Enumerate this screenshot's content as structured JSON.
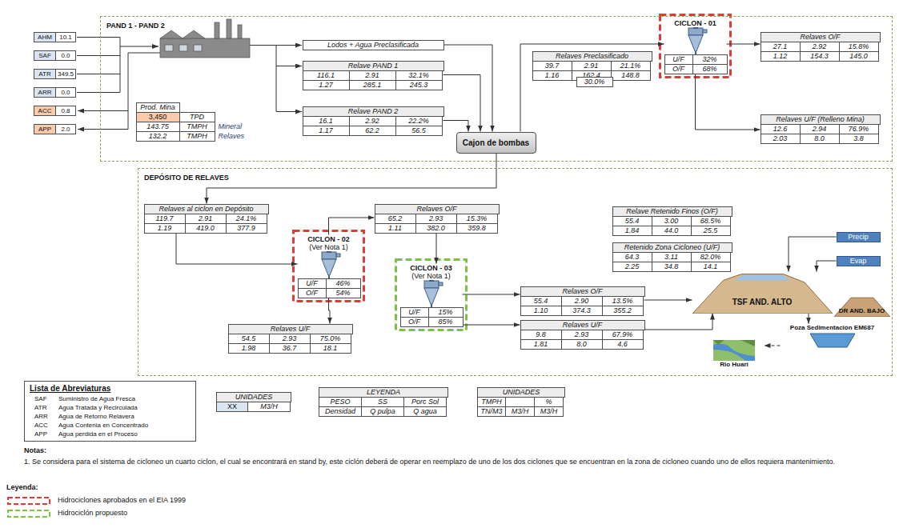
{
  "diagram": {
    "nodes": [
      {
        "text": [
          "PAND 1 - PAND 2"
        ]
      },
      {
        "text": [
          "AHM",
          "10.1"
        ]
      },
      {
        "text": [
          "SAF",
          "0.0"
        ]
      },
      {
        "text": [
          "ATR",
          "349.5"
        ]
      },
      {
        "text": [
          "ARR",
          "0.0"
        ]
      },
      {
        "text": [
          "ACC",
          "0.8"
        ]
      },
      {
        "text": [
          "APP",
          "2.0"
        ]
      },
      {
        "text": [
          "Prod. Mina",
          "3,450",
          "TPD",
          "143.75",
          "TMPH",
          "Mineral",
          "132.2",
          "TMPH",
          "Relaves"
        ],
        "in": 0
      },
      {
        "text": [
          "Lodos + Agua Preclasificada"
        ],
        "in": 0
      },
      {
        "text": [
          "Relave PAND 1",
          "116.1",
          "2.91",
          "32.1%",
          "1.27",
          "285.1",
          "245.3"
        ],
        "in": 0
      },
      {
        "text": [
          "Relave PAND 2",
          "16.1",
          "2.92",
          "22.2%",
          "1.17",
          "62.2",
          "56.5"
        ],
        "in": 0
      },
      {
        "text": [
          "Cajon de bombas"
        ],
        "in": 0
      },
      {
        "text": [
          "Relaves Preclasificado",
          "39.7",
          "2.91",
          "21.1%",
          "1.16",
          "162.4",
          "148.8"
        ],
        "in": 0
      },
      {
        "text": [
          "30.0%"
        ],
        "in": 0
      },
      {
        "text": [
          "CICLON - 01",
          "U/F",
          "32%",
          "O/F",
          "68%"
        ],
        "in": 0
      },
      {
        "text": [
          "Relaves O/F",
          "27.1",
          "2.92",
          "15.8%",
          "1.12",
          "154.3",
          "145.0"
        ],
        "in": 0
      },
      {
        "text": [
          "Relaves U/F (Relleno Mina)",
          "12.6",
          "2.94",
          "76.9%",
          "2.03",
          "8.0",
          "3.8"
        ],
        "in": 0
      },
      {
        "text": [
          "DEPÓSITO DE RELAVES"
        ]
      },
      {
        "text": [
          "Relaves al ciclon en Depósito",
          "119.7",
          "2.91",
          "24.1%",
          "1.19",
          "419.0",
          "377.9"
        ],
        "in": 17
      },
      {
        "text": [
          "CICLON - 02",
          "(Ver Nota 1)",
          "U/F",
          "46%",
          "O/F",
          "54%"
        ],
        "in": 17
      },
      {
        "text": [
          "Relaves O/F",
          "65.2",
          "2.93",
          "15.3%",
          "1.11",
          "382.0",
          "359.8"
        ],
        "in": 17
      },
      {
        "text": [
          "CICLON - 03",
          "(Ver Nota 1)",
          "U/F",
          "15%",
          "O/F",
          "85%"
        ],
        "in": 17
      },
      {
        "text": [
          "Relaves O/F",
          "55.4",
          "2.90",
          "13.5%",
          "1.10",
          "374.3",
          "355.2"
        ],
        "in": 17
      },
      {
        "text": [
          "Relaves U/F",
          "9.8",
          "2.93",
          "67.9%",
          "1.81",
          "8.0",
          "4.6"
        ],
        "in": 17
      },
      {
        "text": [
          "Relaves U/F",
          "54.5",
          "2.93",
          "75.0%",
          "1.98",
          "36.7",
          "18.1"
        ],
        "in": 17
      },
      {
        "text": [
          "Relave Retenido Finos (O/F)",
          "55.4",
          "3.00",
          "68.5%",
          "1.84",
          "44.0",
          "25.5"
        ],
        "in": 17
      },
      {
        "text": [
          "Retenido Zona Cicloneo (U/F)",
          "64.3",
          "3.11",
          "82.0%",
          "2.25",
          "34.8",
          "14.1"
        ],
        "in": 17
      },
      {
        "text": [
          "Precip"
        ],
        "in": 17
      },
      {
        "text": [
          "Evap"
        ],
        "in": 17
      },
      {
        "text": [
          "TSF AND. ALTO"
        ],
        "in": 17
      },
      {
        "text": [
          "DR AND. BAJO"
        ],
        "in": 17
      },
      {
        "text": [
          "Poza Sedimentación EM687"
        ],
        "in": 17
      },
      {
        "text": [
          "Rio Huari"
        ],
        "in": 17
      },
      {
        "text": [
          "Lista de Abreviaturas",
          "SAF",
          "Suministro de Agua Fresca",
          "ATR",
          "Agua Tratada y Recirculada",
          "ARR",
          "Agua de Retorno Relavera",
          "ACC",
          "Agua Contenia en Concentrado",
          "APP",
          "Agua perdida en el Proceso"
        ]
      },
      {
        "text": [
          "UNIDADES",
          "XX",
          "M3/H"
        ]
      },
      {
        "text": [
          "LEYENDA",
          "PESO",
          "SS",
          "Porc Sol",
          "Densidad",
          "Q pulpa",
          "Q agua"
        ]
      },
      {
        "text": [
          "UNIDADES",
          "TMPH",
          "%",
          "TN/M3",
          "M3/H",
          "M3/H"
        ]
      }
    ],
    "edges": [
      {
        "from": 8,
        "to": 11,
        "arrow": "to"
      },
      {
        "from": 9,
        "to": 11,
        "arrow": "to"
      },
      {
        "from": 10,
        "to": 11,
        "arrow": "to"
      },
      {
        "from": 11,
        "to": 14,
        "arrow": "to"
      },
      {
        "from": 14,
        "to": 15,
        "arrow": "to"
      },
      {
        "from": 14,
        "to": 16,
        "arrow": "to"
      },
      {
        "from": 11,
        "to": 18,
        "arrow": "to"
      },
      {
        "from": 18,
        "to": 19,
        "arrow": "to"
      },
      {
        "from": 19,
        "to": 20,
        "arrow": "to"
      },
      {
        "from": 20,
        "to": 21,
        "arrow": "to"
      },
      {
        "from": 21,
        "to": 22,
        "arrow": "to"
      },
      {
        "from": 21,
        "to": 23,
        "arrow": "to"
      },
      {
        "from": 19,
        "to": 24,
        "arrow": "to"
      },
      {
        "from": 22,
        "to": 29,
        "arrow": "to"
      },
      {
        "from": 23,
        "to": 29,
        "arrow": "to"
      },
      {
        "from": 27,
        "to": 29,
        "arrow": "to"
      },
      {
        "from": 28,
        "to": 29,
        "arrow": "to"
      },
      {
        "from": 29,
        "to": 31,
        "arrow": "to"
      },
      {
        "from": 31,
        "to": 32,
        "arrow": "to"
      }
    ],
    "labels": [
      "Notas:",
      "1. Se considera para el sistema de cicloneo un cuarto ciclon, el cual se encontrará en stand by, este ciclón deberá de operar en reemplazo de uno de los dos ciclones que se encuentran en la zona de cicloneo cuando uno de ellos requiera mantenimiento.",
      "Leyenda:"
    ],
    "legend": [
      {
        "text": "Hidrociclones aprobados en el EIA 1999"
      },
      {
        "text": "Hidrociclón propuesto"
      }
    ]
  }
}
